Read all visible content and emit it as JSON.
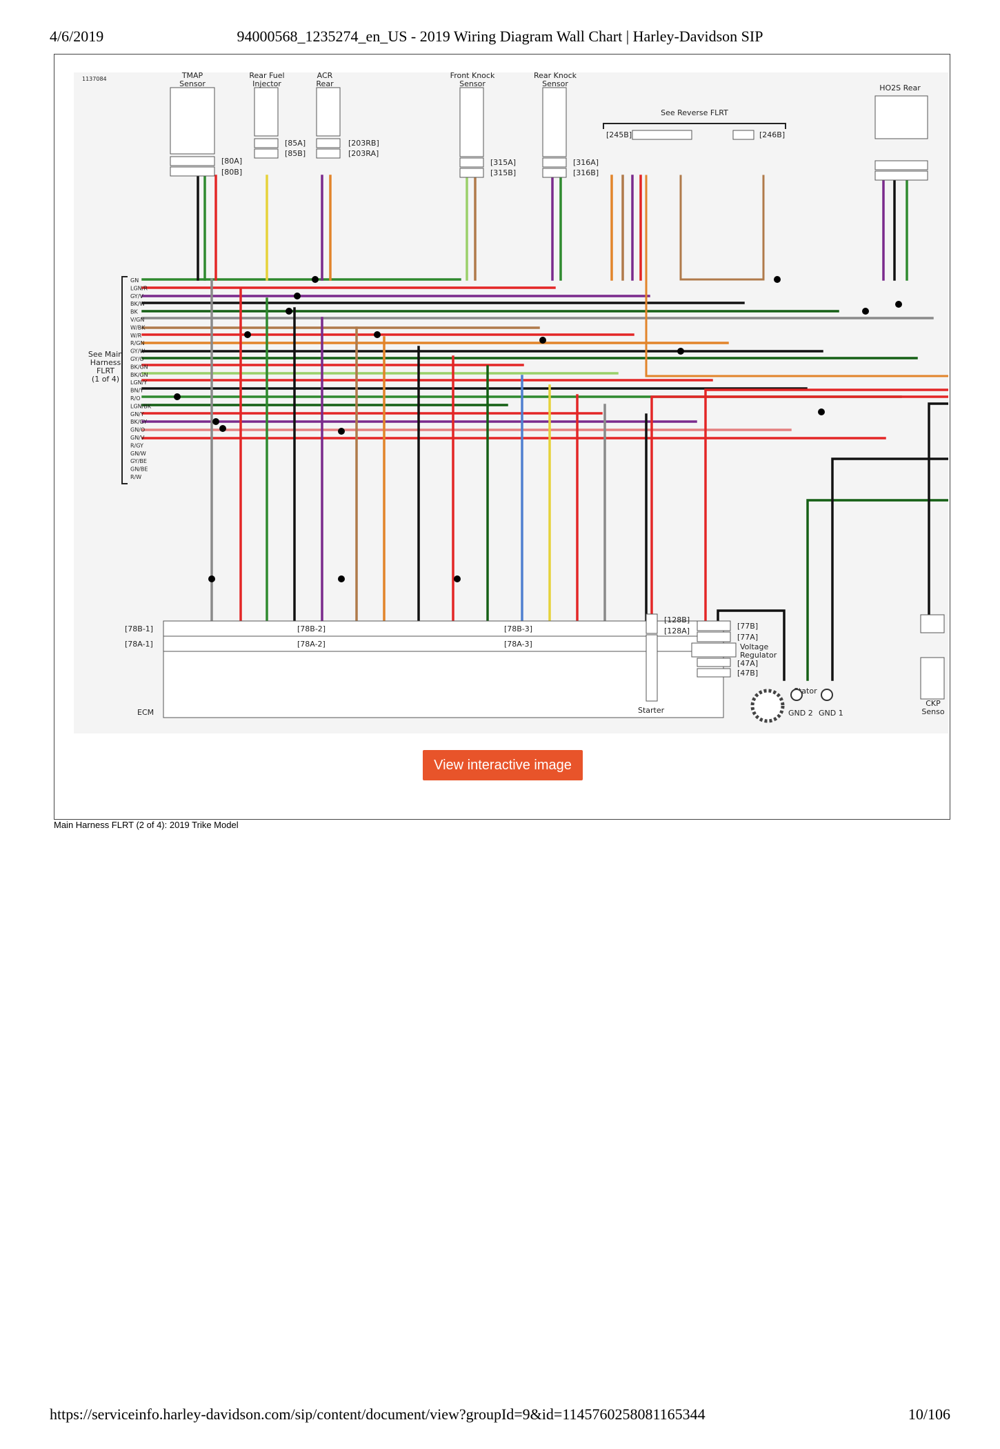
{
  "header": {
    "date": "4/6/2019",
    "title": "94000568_1235274_en_US - 2019 Wiring Diagram Wall Chart | Harley-Davidson SIP"
  },
  "diagram": {
    "id": "1137084",
    "components": {
      "tmap": "TMAP\nSensor",
      "rear_fuel_injector": "Rear Fuel\nInjector",
      "acr_rear": "ACR\nRear",
      "front_knock": "Front Knock\nSensor",
      "rear_knock": "Rear Knock\nSensor",
      "ho2s_rear": "HO2S Rear",
      "see_reverse": "See Reverse FLRT",
      "see_main": "See Main\nHarness\nFLRT\n(1 of 4)",
      "ecm": "ECM",
      "starter": "Starter",
      "voltage_regulator": "Voltage\nRegulator",
      "stator": "Stator",
      "gnd2": "GND 2",
      "gnd1": "GND 1",
      "ckp": "CKP\nSenso"
    },
    "connectors": {
      "c80a": "[80A]",
      "c80b": "[80B]",
      "c85a": "[85A]",
      "c85b": "[85B]",
      "c203rb": "[203RB]",
      "c203ra": "[203RA]",
      "c315a": "[315A]",
      "c315b": "[315B]",
      "c316a": "[316A]",
      "c316b": "[316B]",
      "c245b": "[245B]",
      "c246b": "[246B]",
      "c78b1": "[78B-1]",
      "c78a1": "[78A-1]",
      "c78b2": "[78B-2]",
      "c78a2": "[78A-2]",
      "c78b3": "[78B-3]",
      "c78a3": "[78A-3]",
      "c128b": "[128B]",
      "c128a": "[128A]",
      "c77b": "[77B]",
      "c77a": "[77A]",
      "c47a": "[47A]",
      "c47b": "[47B]"
    },
    "harness_wires": [
      "GN",
      "LGN/R",
      "GY/V",
      "BK/W",
      "BK",
      "V/GN",
      "W/BK",
      "W/R",
      "R/GN",
      "GY/W",
      "GY/O",
      "BK/GN",
      "BK/GN",
      "LGN/Y",
      "BN/Y",
      "R/O",
      "LGN/BK",
      "GN/Y",
      "BK/GY",
      "GN/O",
      "GN/V",
      "R/GY",
      "GN/W",
      "GY/BE",
      "GN/BE",
      "R/W"
    ]
  },
  "button": {
    "label": "View interactive image"
  },
  "caption": "Main Harness FLRT (2 of 4): 2019 Trike Model",
  "footer": {
    "url": "https://serviceinfo.harley-davidson.com/sip/content/document/view?groupId=9&id=1145760258081165344",
    "page": "10/106"
  }
}
